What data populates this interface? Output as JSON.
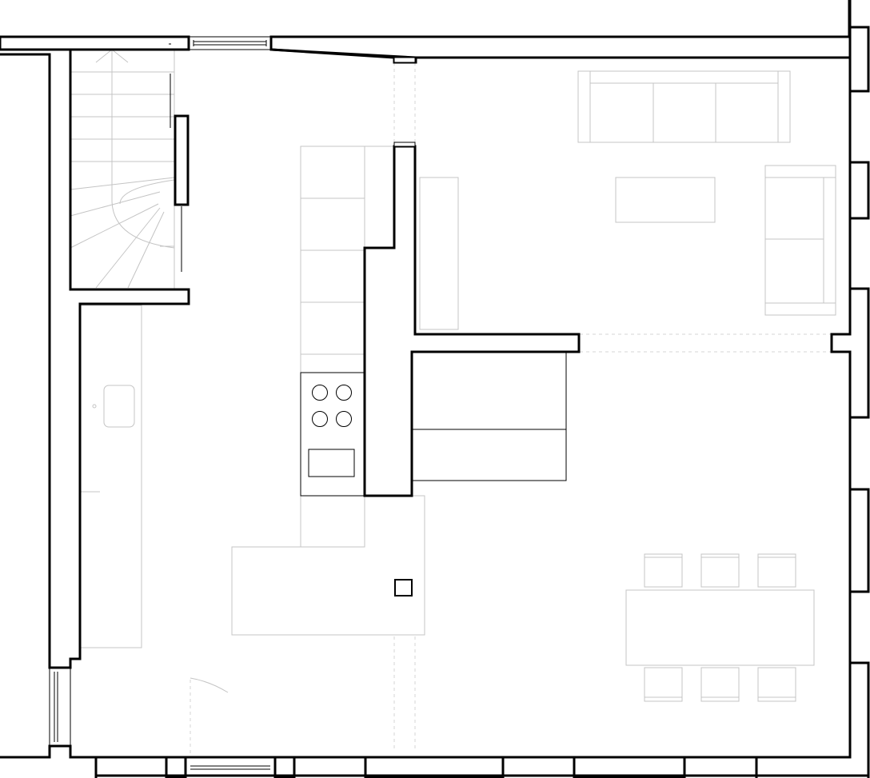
{
  "colors": {
    "wall": "#000000",
    "furniture": "#c4c4c4",
    "background": "#ffffff"
  },
  "elements": {
    "exterior_walls": "exterior-wall",
    "interior_walls": "interior-wall",
    "staircase": "staircase",
    "kitchen_counter": "kitchen-counter",
    "cooktop": "cooktop",
    "sofa": "sofa",
    "armchair": "armchair",
    "coffee_table": "coffee-table",
    "dining_table": "dining-table",
    "dining_chairs": "dining-chair",
    "windows": "window",
    "column": "column"
  }
}
